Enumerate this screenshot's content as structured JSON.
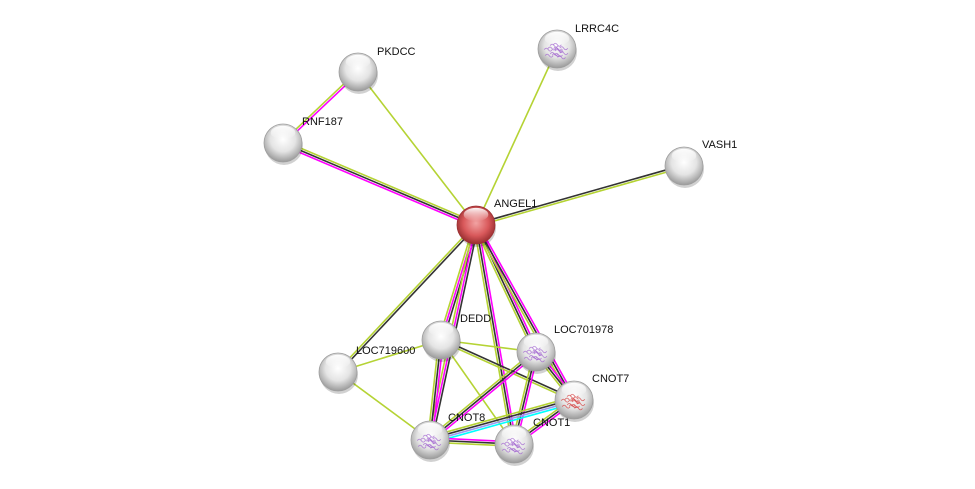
{
  "diagram": {
    "type": "protein-interaction-network",
    "edge_colors": {
      "database": "#00ffff",
      "experiments": "#ff00ff",
      "textmining": "#b5d334",
      "coexpression": "#333333",
      "homology": "#9a9af0",
      "neighborhood": "#00a0a0"
    },
    "nodes": [
      {
        "id": "ANGEL1",
        "label": "ANGEL1",
        "query": true,
        "color": "#d9595b",
        "texture": "none"
      },
      {
        "id": "PKDCC",
        "label": "PKDCC",
        "query": false,
        "color": "#d8d8d8",
        "texture": "none"
      },
      {
        "id": "RNF187",
        "label": "RNF187",
        "query": false,
        "color": "#d8d8d8",
        "texture": "none"
      },
      {
        "id": "LRRC4C",
        "label": "LRRC4C",
        "query": false,
        "color": "#d8d8d8",
        "texture": "structure-purple"
      },
      {
        "id": "VASH1",
        "label": "VASH1",
        "query": false,
        "color": "#d8d8d8",
        "texture": "none"
      },
      {
        "id": "DEDD",
        "label": "DEDD",
        "query": false,
        "color": "#d8d8d8",
        "texture": "none"
      },
      {
        "id": "LOC701978",
        "label": "LOC701978",
        "query": false,
        "color": "#d8d8d8",
        "texture": "structure-purple"
      },
      {
        "id": "LOC719600",
        "label": "LOC719600",
        "query": false,
        "color": "#d8d8d8",
        "texture": "none"
      },
      {
        "id": "CNOT7",
        "label": "CNOT7",
        "query": false,
        "color": "#d8d8d8",
        "texture": "structure-red"
      },
      {
        "id": "CNOT8",
        "label": "CNOT8",
        "query": false,
        "color": "#d8d8d8",
        "texture": "structure-purple"
      },
      {
        "id": "CNOT1",
        "label": "CNOT1",
        "query": false,
        "color": "#d8d8d8",
        "texture": "structure-purple"
      }
    ],
    "edges": [
      {
        "source": "ANGEL1",
        "target": "PKDCC",
        "evidence": [
          "textmining"
        ]
      },
      {
        "source": "ANGEL1",
        "target": "RNF187",
        "evidence": [
          "experiments",
          "coexpression",
          "textmining"
        ]
      },
      {
        "source": "PKDCC",
        "target": "RNF187",
        "evidence": [
          "experiments",
          "textmining"
        ]
      },
      {
        "source": "ANGEL1",
        "target": "LRRC4C",
        "evidence": [
          "textmining"
        ]
      },
      {
        "source": "ANGEL1",
        "target": "VASH1",
        "evidence": [
          "coexpression",
          "textmining"
        ]
      },
      {
        "source": "ANGEL1",
        "target": "LOC719600",
        "evidence": [
          "coexpression",
          "textmining"
        ]
      },
      {
        "source": "ANGEL1",
        "target": "DEDD",
        "evidence": [
          "coexpression",
          "experiments",
          "textmining"
        ]
      },
      {
        "source": "ANGEL1",
        "target": "CNOT8",
        "evidence": [
          "coexpression",
          "experiments",
          "textmining"
        ]
      },
      {
        "source": "ANGEL1",
        "target": "CNOT1",
        "evidence": [
          "experiments",
          "coexpression",
          "textmining"
        ]
      },
      {
        "source": "ANGEL1",
        "target": "LOC701978",
        "evidence": [
          "experiments",
          "coexpression",
          "textmining"
        ]
      },
      {
        "source": "ANGEL1",
        "target": "CNOT7",
        "evidence": [
          "experiments",
          "coexpression",
          "textmining"
        ]
      },
      {
        "source": "LOC719600",
        "target": "DEDD",
        "evidence": [
          "textmining"
        ]
      },
      {
        "source": "LOC719600",
        "target": "CNOT8",
        "evidence": [
          "textmining"
        ]
      },
      {
        "source": "DEDD",
        "target": "LOC701978",
        "evidence": [
          "textmining"
        ]
      },
      {
        "source": "DEDD",
        "target": "CNOT7",
        "evidence": [
          "coexpression",
          "textmining"
        ]
      },
      {
        "source": "DEDD",
        "target": "CNOT8",
        "evidence": [
          "experiments",
          "coexpression",
          "textmining"
        ]
      },
      {
        "source": "DEDD",
        "target": "CNOT1",
        "evidence": [
          "textmining"
        ]
      },
      {
        "source": "LOC701978",
        "target": "CNOT7",
        "evidence": [
          "experiments",
          "coexpression",
          "textmining"
        ]
      },
      {
        "source": "LOC701978",
        "target": "CNOT8",
        "evidence": [
          "experiments",
          "coexpression",
          "textmining"
        ]
      },
      {
        "source": "LOC701978",
        "target": "CNOT1",
        "evidence": [
          "experiments",
          "coexpression",
          "textmining"
        ]
      },
      {
        "source": "CNOT7",
        "target": "CNOT8",
        "evidence": [
          "database",
          "homology",
          "coexpression",
          "textmining"
        ]
      },
      {
        "source": "CNOT7",
        "target": "CNOT1",
        "evidence": [
          "experiments",
          "coexpression",
          "textmining"
        ]
      },
      {
        "source": "CNOT8",
        "target": "CNOT1",
        "evidence": [
          "experiments",
          "coexpression",
          "textmining"
        ]
      }
    ]
  }
}
